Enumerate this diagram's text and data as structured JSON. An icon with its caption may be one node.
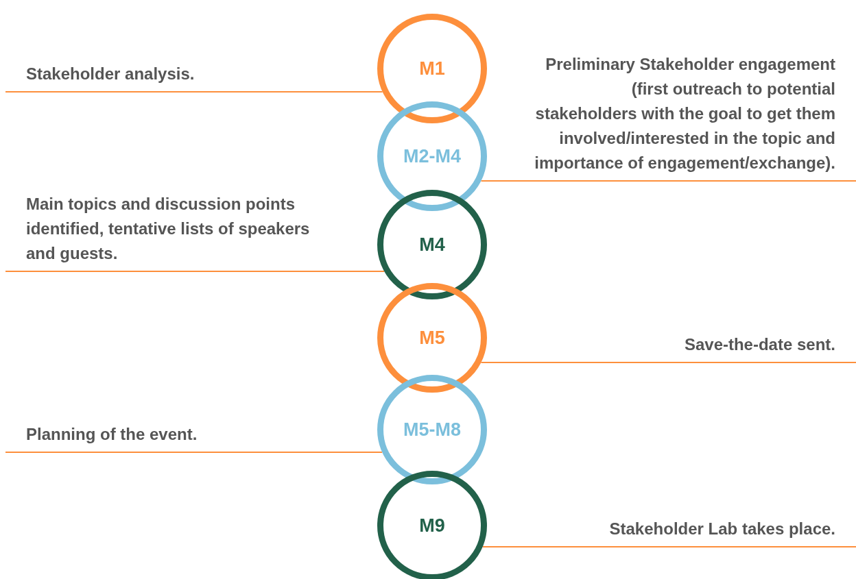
{
  "diagram": {
    "nodes": [
      {
        "text": [
          "Stakeholder analysis."
        ]
      },
      {
        "text": [
          "M1"
        ]
      },
      {
        "text": [
          "Preliminary Stakeholder engagement (first outreach to potential stakeholders with the goal to get them involved/interested in the topic and importance of engagement/exchange)."
        ]
      },
      {
        "text": [
          "M2-M4"
        ]
      },
      {
        "text": [
          "Main topics and discussion points identified, tentative lists of speakers and guests."
        ]
      },
      {
        "text": [
          "M4"
        ]
      },
      {
        "text": [
          "M5"
        ]
      },
      {
        "text": [
          "Save-the-date sent."
        ]
      },
      {
        "text": [
          "Planning of the event."
        ]
      },
      {
        "text": [
          "M5-M8"
        ]
      },
      {
        "text": [
          "M9"
        ]
      },
      {
        "text": [
          "Stakeholder Lab takes place."
        ]
      }
    ],
    "edges": [
      {
        "from": 0,
        "to": 1,
        "arrow": "none"
      },
      {
        "from": 2,
        "to": 3,
        "arrow": "none"
      },
      {
        "from": 4,
        "to": 5,
        "arrow": "none"
      },
      {
        "from": 7,
        "to": 6,
        "arrow": "none"
      },
      {
        "from": 8,
        "to": 9,
        "arrow": "none"
      },
      {
        "from": 11,
        "to": 10,
        "arrow": "none"
      }
    ]
  }
}
